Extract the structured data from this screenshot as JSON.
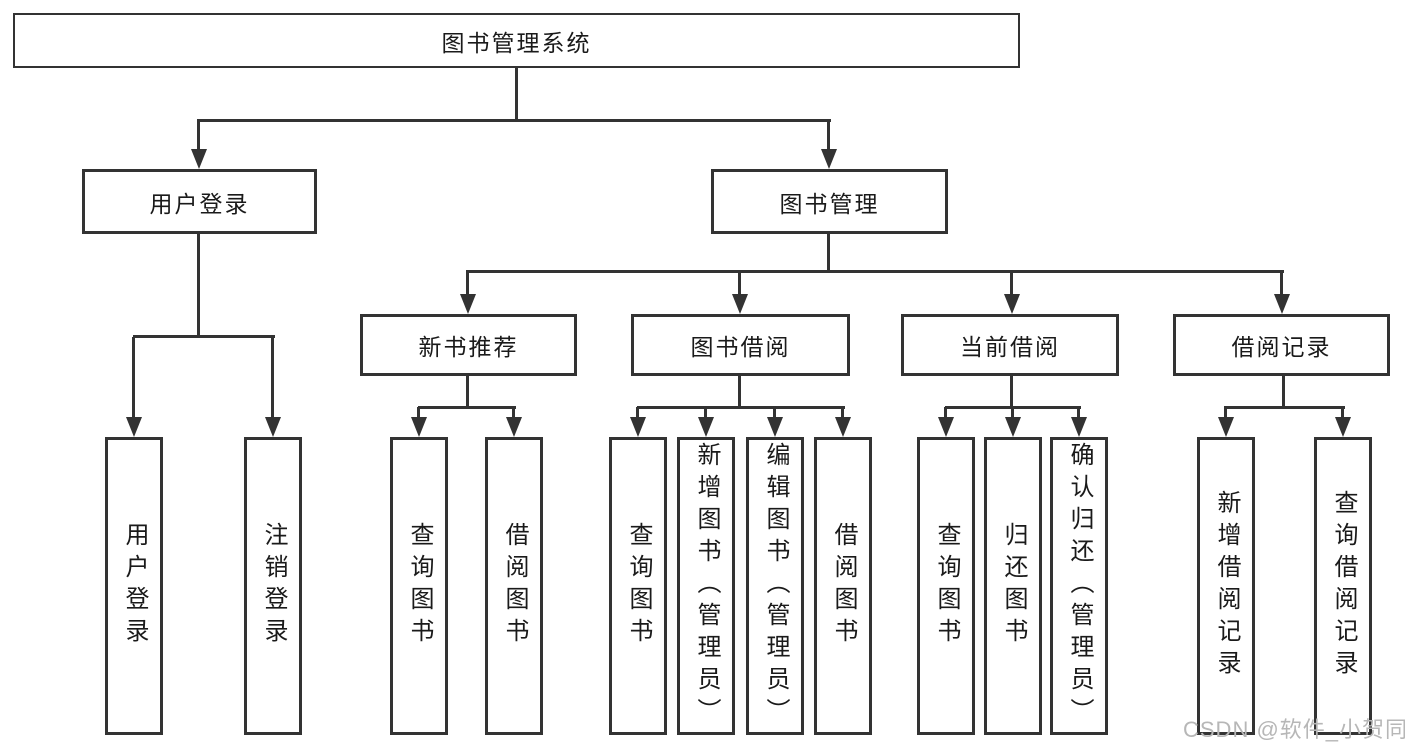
{
  "diagram": {
    "title": "图书管理系统",
    "root": {
      "label": "图书管理系统"
    },
    "level2": [
      {
        "label": "用户登录"
      },
      {
        "label": "图书管理"
      }
    ],
    "level3": [
      {
        "label": "新书推荐"
      },
      {
        "label": "图书借阅"
      },
      {
        "label": "当前借阅"
      },
      {
        "label": "借阅记录"
      }
    ],
    "leaves": [
      {
        "label": "用户登录",
        "parent": "用户登录"
      },
      {
        "label": "注销登录",
        "parent": "用户登录"
      },
      {
        "label": "查询图书",
        "parent": "新书推荐"
      },
      {
        "label": "借阅图书",
        "parent": "新书推荐"
      },
      {
        "label": "查询图书",
        "parent": "图书借阅"
      },
      {
        "label": "新增图书（管理员）",
        "parent": "图书借阅"
      },
      {
        "label": "编辑图书（管理员）",
        "parent": "图书借阅"
      },
      {
        "label": "借阅图书",
        "parent": "图书借阅"
      },
      {
        "label": "查询图书",
        "parent": "当前借阅"
      },
      {
        "label": "归还图书",
        "parent": "当前借阅"
      },
      {
        "label": "确认归还（管理员）",
        "parent": "当前借阅"
      },
      {
        "label": "新增借阅记录",
        "parent": "借阅记录"
      },
      {
        "label": "查询借阅记录",
        "parent": "借阅记录"
      }
    ],
    "colors": {
      "line": "#333333",
      "text": "#1a1a1a",
      "background": "#ffffff",
      "watermark": "#b7b7b7"
    }
  },
  "watermark": {
    "text": "CSDN @软件_小贺同学"
  }
}
